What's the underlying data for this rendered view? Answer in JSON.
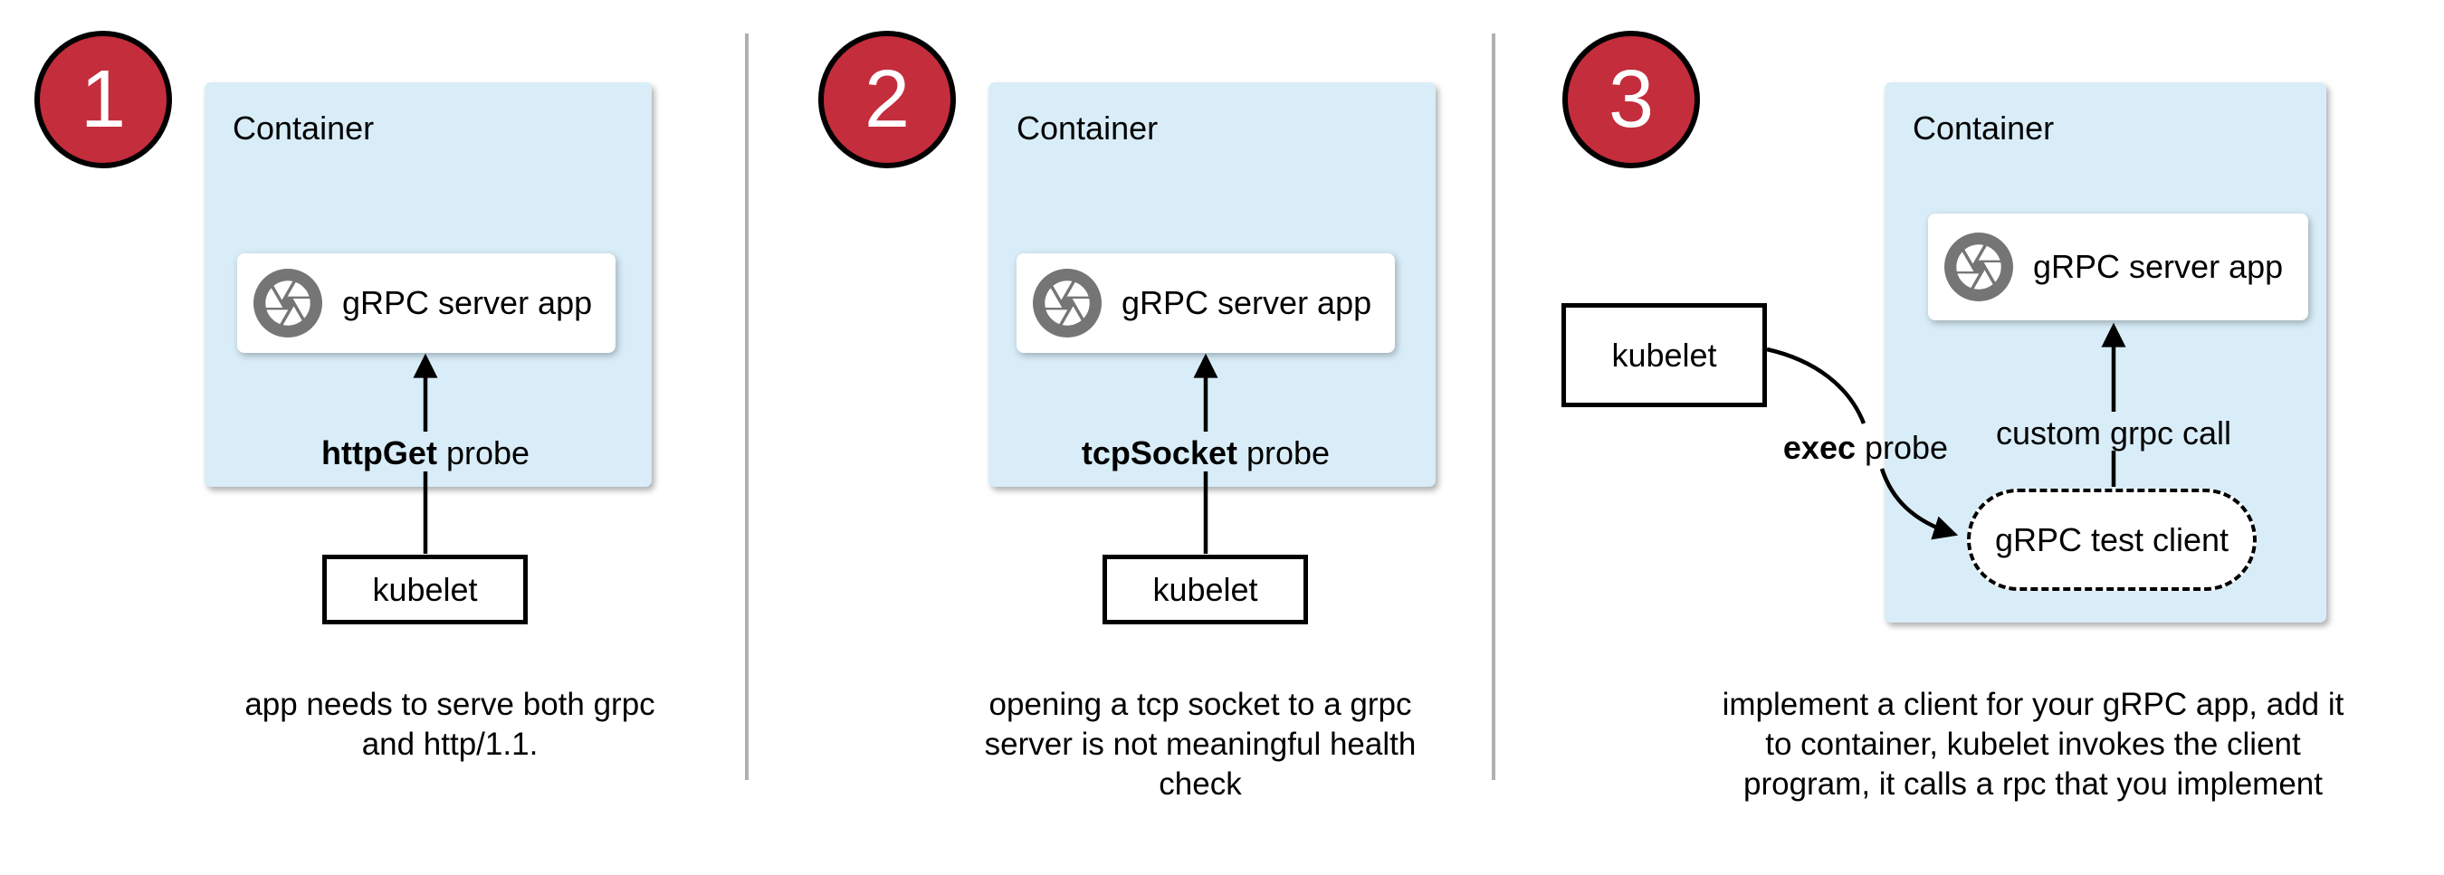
{
  "colors": {
    "container_bg": "#d8edf8",
    "badge_bg": "#c32d3c",
    "badge_border": "#000000",
    "icon_gray": "#757575",
    "divider": "#b0b0b0"
  },
  "icons": {
    "grpc_logo": "aperture-icon"
  },
  "panels": [
    {
      "badge": "1",
      "container_label": "Container",
      "app_label": "gRPC server app",
      "probe_bold": "httpGet",
      "probe_rest": " probe",
      "kubelet_label": "kubelet",
      "caption_lines": [
        "app needs to serve both grpc",
        "and http/1.1."
      ]
    },
    {
      "badge": "2",
      "container_label": "Container",
      "app_label": "gRPC server app",
      "probe_bold": "tcpSocket",
      "probe_rest": " probe",
      "kubelet_label": "kubelet",
      "caption_lines": [
        "opening a tcp socket to a grpc",
        "server is not meaningful health",
        "check"
      ]
    },
    {
      "badge": "3",
      "container_label": "Container",
      "app_label": "gRPC server app",
      "exec_bold": "exec",
      "exec_rest": " probe",
      "grpc_call_label": "custom grpc call",
      "test_client_label": "gRPC test client",
      "kubelet_label": "kubelet",
      "caption_lines": [
        "implement a client for your gRPC app, add it",
        "to container, kubelet invokes the client",
        "program, it calls a rpc that you implement"
      ]
    }
  ]
}
